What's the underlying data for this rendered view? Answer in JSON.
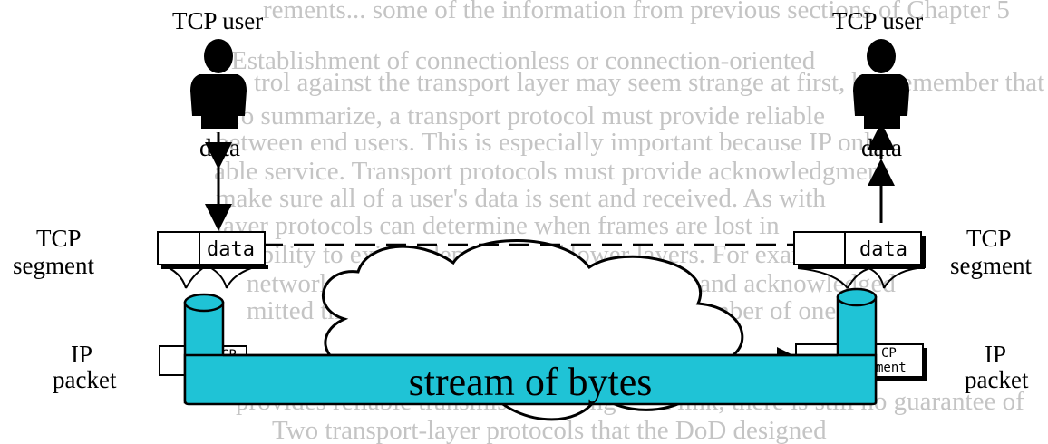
{
  "background_text": [
    "rements... some of the information from previous sections of Chapter 5",
    "Establishment of connectionless or connection-oriented",
    "trol against the transport layer may seem strange at first, but remember that",
    "To summarize, a transport protocol must provide reliable",
    "between end users. This is especially important because IP only",
    "able service. Transport protocols must provide acknowledgment",
    "make sure all of a user's data is sent and received. As with",
    "layer protocols can determine when frames are lost in",
    "reliability to exist independent of lower layers. For example",
    "network node lost a frame after it received and acknowledged",
    "mitted the frame. As mentioned earlier, a number of one",
    "provides reliable transmission along each link, there is still no guarantee of",
    "Two transport-layer protocols that the DoD designed"
  ],
  "left": {
    "user_label": "TCP user",
    "data_label": "data",
    "segment_label_line1": "TCP",
    "segment_label_line2": "segment",
    "segment_data": "data",
    "packet_label_line1": "IP",
    "packet_label_line2": "packet",
    "packet_inner": "CP"
  },
  "right": {
    "user_label": "TCP user",
    "data_label": "data",
    "segment_label_line1": "TCP",
    "segment_label_line2": "segment",
    "segment_data": "data",
    "packet_label_line1": "IP",
    "packet_label_line2": "packet",
    "packet_inner_line1": "CP",
    "packet_inner_line2": "ment"
  },
  "pipe_label": "stream of bytes",
  "colors": {
    "pipe_fill": "#1fc3d6",
    "ink": "#000000",
    "background_text": "#c4c4c4"
  }
}
